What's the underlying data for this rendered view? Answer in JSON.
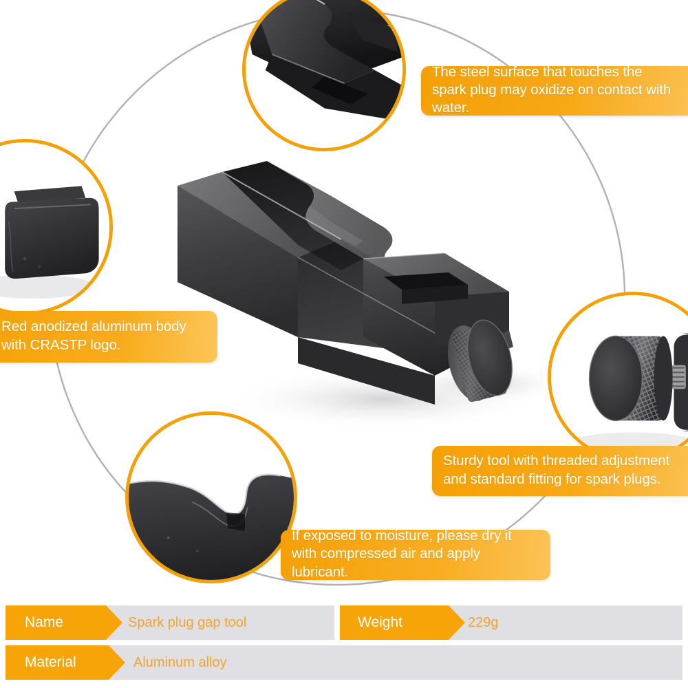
{
  "page": {
    "kind": "product-infographic",
    "background_color": "#FFFFFF",
    "accent_color": "#F5A006",
    "accent_color_light": "#FBC357",
    "table_cell_color": "#DFDFE4",
    "table_value_text_color": "#F0A52E",
    "connector_color": "#9B9B9B"
  },
  "callouts": [
    {
      "id": "top",
      "icon": "zoom-circle-icon",
      "photo": "closeup-steel-contact-surface",
      "text": "The steel surface that touches the spark plug may oxidize on contact with water."
    },
    {
      "id": "left",
      "icon": "zoom-circle-icon",
      "photo": "closeup-anodized-aluminum-body-end",
      "text": "Red anodized aluminum body with CRASTP logo."
    },
    {
      "id": "right",
      "icon": "zoom-circle-icon",
      "photo": "closeup-knurled-thumb-knob-threaded-shaft",
      "text": "Sturdy tool with threaded adjustment and standard fitting for spark plugs."
    },
    {
      "id": "bottom",
      "icon": "zoom-circle-icon",
      "photo": "closeup-curved-jaw-profile",
      "text": "If exposed to moisture, please dry it with compressed air and apply lubricant."
    }
  ],
  "product_image": {
    "alt": "Black spark plug gap tool with knurled adjustment knob"
  },
  "spec_table": {
    "rows": [
      {
        "cells": [
          {
            "key": "Name",
            "value": "Spark plug gap tool"
          },
          {
            "key": "Weight",
            "value": "229g"
          }
        ]
      },
      {
        "cells": [
          {
            "key": "Material",
            "value": "Aluminum alloy"
          }
        ]
      }
    ]
  }
}
